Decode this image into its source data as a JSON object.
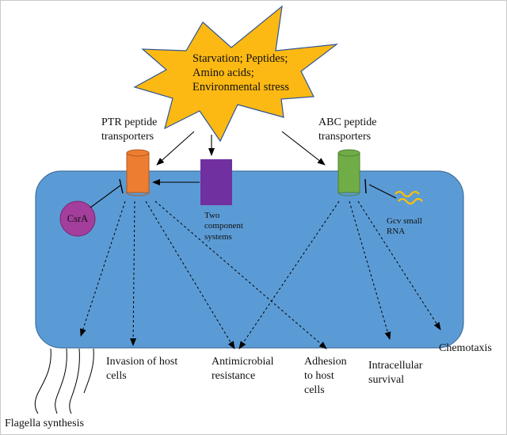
{
  "stimulus": {
    "lines": [
      "Starvation; Peptides;",
      "Amino acids;",
      "Environmental stress"
    ],
    "fill": "#FDB913",
    "stroke": "#2F5597"
  },
  "cell": {
    "fill": "#5B9BD5",
    "stroke": "#41719C"
  },
  "ptr": {
    "label_lines": [
      "PTR peptide",
      "transporters"
    ],
    "fill": "#ED7D31",
    "stroke": "#AE5A21"
  },
  "abc": {
    "label_lines": [
      "ABC peptide",
      "transporters"
    ],
    "fill": "#70AD47",
    "stroke": "#507E32"
  },
  "two_component": {
    "label_lines": [
      "Two",
      "component",
      "systems"
    ],
    "fill": "#7030A0"
  },
  "csra": {
    "label": "CsrA",
    "fill": "#A33E9C"
  },
  "gcv": {
    "label_lines": [
      "Gcv small",
      "RNA"
    ],
    "color": "#FFC000"
  },
  "outcomes": {
    "flagella": "Flagella synthesis",
    "invasion": [
      "Invasion of host",
      "cells"
    ],
    "antimicrobial": [
      "Antimicrobial",
      "resistance"
    ],
    "adhesion": [
      "Adhesion",
      "to host",
      "cells"
    ],
    "intracellular": [
      "Intracellular",
      "survival"
    ],
    "chemotaxis": "Chemotaxis"
  }
}
